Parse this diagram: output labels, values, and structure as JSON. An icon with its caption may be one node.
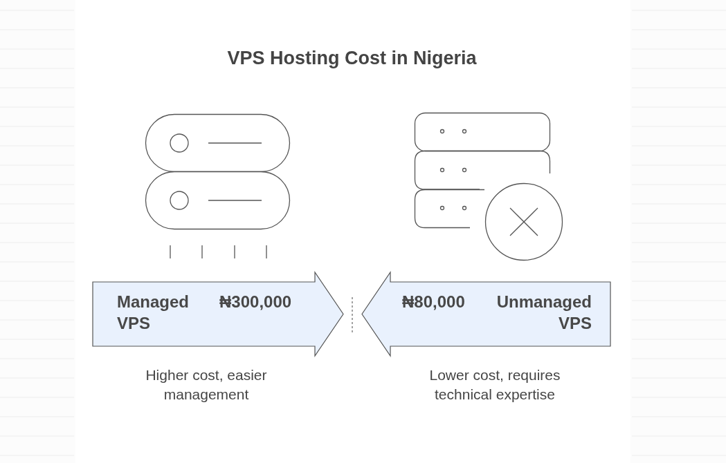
{
  "diagram": {
    "title": "VPS Hosting Cost in Nigeria",
    "nodes": [
      {
        "text": [
          "Managed VPS",
          "₦300,000"
        ],
        "beside": [
          "Higher cost, easier management"
        ]
      },
      {
        "text": [
          "₦80,000",
          "Unmanaged VPS"
        ],
        "beside": [
          "Lower cost, requires technical expertise"
        ]
      }
    ]
  }
}
